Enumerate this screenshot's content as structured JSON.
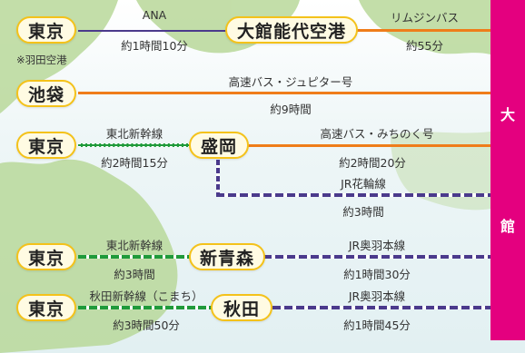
{
  "destination": {
    "char1": "大",
    "char2": "館"
  },
  "colors": {
    "air": "#4b3a8c",
    "bus": "#ef7d1a",
    "shinkansen": "#1f9a3a",
    "local": "#4b3a8c",
    "destination": "#e4007f",
    "station_border": "#f4c21a"
  },
  "routes": [
    {
      "from": "東京",
      "from_note": "※羽田空港",
      "to": "大館能代空港",
      "seg1": {
        "mode": "ANA",
        "time": "約1時間10分"
      },
      "seg2": {
        "mode": "リムジンバス",
        "time": "約55分"
      }
    },
    {
      "from": "池袋",
      "seg1": {
        "mode": "高速バス・ジュピター号",
        "time": "約9時間"
      }
    },
    {
      "from": "東京",
      "to": "盛岡",
      "seg1": {
        "mode": "東北新幹線",
        "time": "約2時間15分"
      },
      "seg2": {
        "mode": "高速バス・みちのく号",
        "time": "約2時間20分"
      },
      "seg3": {
        "mode": "JR花輪線",
        "time": "約3時間"
      }
    },
    {
      "from": "東京",
      "to": "新青森",
      "seg1": {
        "mode": "東北新幹線",
        "time": "約3時間"
      },
      "seg2": {
        "mode": "JR奥羽本線",
        "time": "約1時間30分"
      }
    },
    {
      "from": "東京",
      "to": "秋田",
      "seg1": {
        "mode": "秋田新幹線（こまち）",
        "time": "約3時間50分"
      },
      "seg2": {
        "mode": "JR奥羽本線",
        "time": "約1時間45分"
      }
    }
  ]
}
